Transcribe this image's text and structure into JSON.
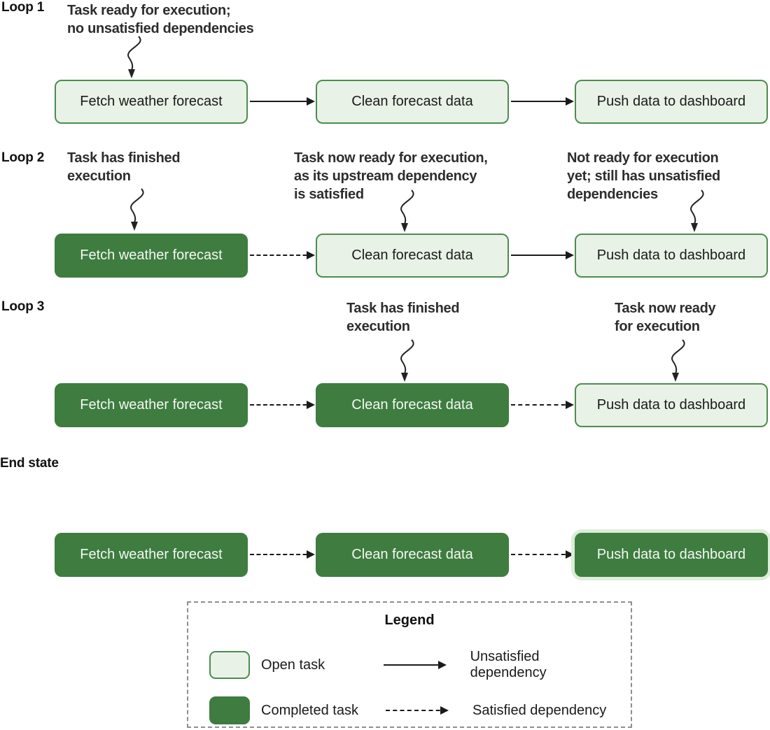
{
  "colors": {
    "completed_fill": "#3e7c40",
    "open_fill": "#e9f2e7",
    "open_border": "#4d8c4f",
    "highlight_halo": "#dcedd9",
    "arrow": "#1a1a1a",
    "annotation_text": "#2d2d2d"
  },
  "rows": [
    {
      "label": "Loop 1",
      "boxes": [
        {
          "label": "Fetch weather forecast",
          "state": "open"
        },
        {
          "label": "Clean forecast data",
          "state": "open"
        },
        {
          "label": "Push data to dashboard",
          "state": "open"
        }
      ],
      "connectors": [
        "unsatisfied",
        "unsatisfied"
      ],
      "annotations": [
        {
          "text": "Task ready for execution;\nno unsatisfied dependencies"
        }
      ]
    },
    {
      "label": "Loop 2",
      "boxes": [
        {
          "label": "Fetch weather forecast",
          "state": "completed"
        },
        {
          "label": "Clean forecast data",
          "state": "open"
        },
        {
          "label": "Push data to dashboard",
          "state": "open"
        }
      ],
      "connectors": [
        "satisfied",
        "unsatisfied"
      ],
      "annotations": [
        {
          "text": "Task has finished\nexecution"
        },
        {
          "text": "Task now ready for execution,\nas its upstream dependency\nis satisfied"
        },
        {
          "text": "Not ready for execution\nyet; still has unsatisfied\ndependencies"
        }
      ]
    },
    {
      "label": "Loop 3",
      "boxes": [
        {
          "label": "Fetch weather forecast",
          "state": "completed"
        },
        {
          "label": "Clean forecast data",
          "state": "completed"
        },
        {
          "label": "Push data to dashboard",
          "state": "open"
        }
      ],
      "connectors": [
        "satisfied",
        "satisfied"
      ],
      "annotations": [
        {
          "text": "Task has finished\nexecution"
        },
        {
          "text": "Task now ready\nfor execution"
        }
      ]
    },
    {
      "label": "End state",
      "boxes": [
        {
          "label": "Fetch weather forecast",
          "state": "completed"
        },
        {
          "label": "Clean forecast data",
          "state": "completed"
        },
        {
          "label": "Push data to dashboard",
          "state": "completed-highlight"
        }
      ],
      "connectors": [
        "satisfied",
        "satisfied"
      ],
      "annotations": []
    }
  ],
  "legend": {
    "title": "Legend",
    "task_items": [
      {
        "swatch": "open",
        "label": "Open task"
      },
      {
        "swatch": "completed",
        "label": "Completed task"
      }
    ],
    "arrow_items": [
      {
        "style": "solid",
        "label": "Unsatisfied dependency"
      },
      {
        "style": "dashed",
        "label": "Satisfied dependency"
      }
    ]
  }
}
